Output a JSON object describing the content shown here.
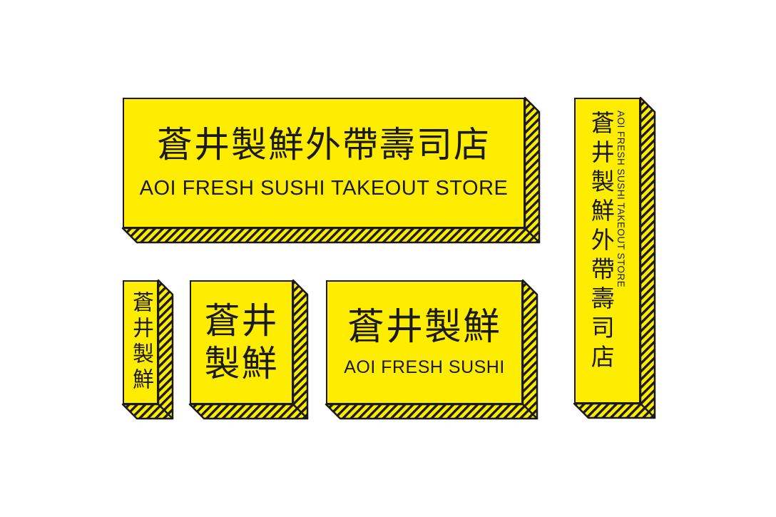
{
  "colors": {
    "accent": "#ffed00",
    "ink": "#1a1a1a",
    "background": "#ffffff"
  },
  "signs": {
    "main": {
      "chinese": "蒼井製鮮外帶壽司店",
      "english": "AOI FRESH SUSHI TAKEOUT STORE"
    },
    "vertical_small": {
      "chinese": "蒼井製鮮"
    },
    "square": {
      "line1": "蒼井",
      "line2": "製鮮"
    },
    "medium": {
      "chinese": "蒼井製鮮",
      "english": "AOI FRESH SUSHI"
    },
    "vertical_tall": {
      "chinese": "蒼井製鮮外帶壽司店",
      "english": "AOI FRESH SUSHI TAKEOUT STORE"
    }
  }
}
